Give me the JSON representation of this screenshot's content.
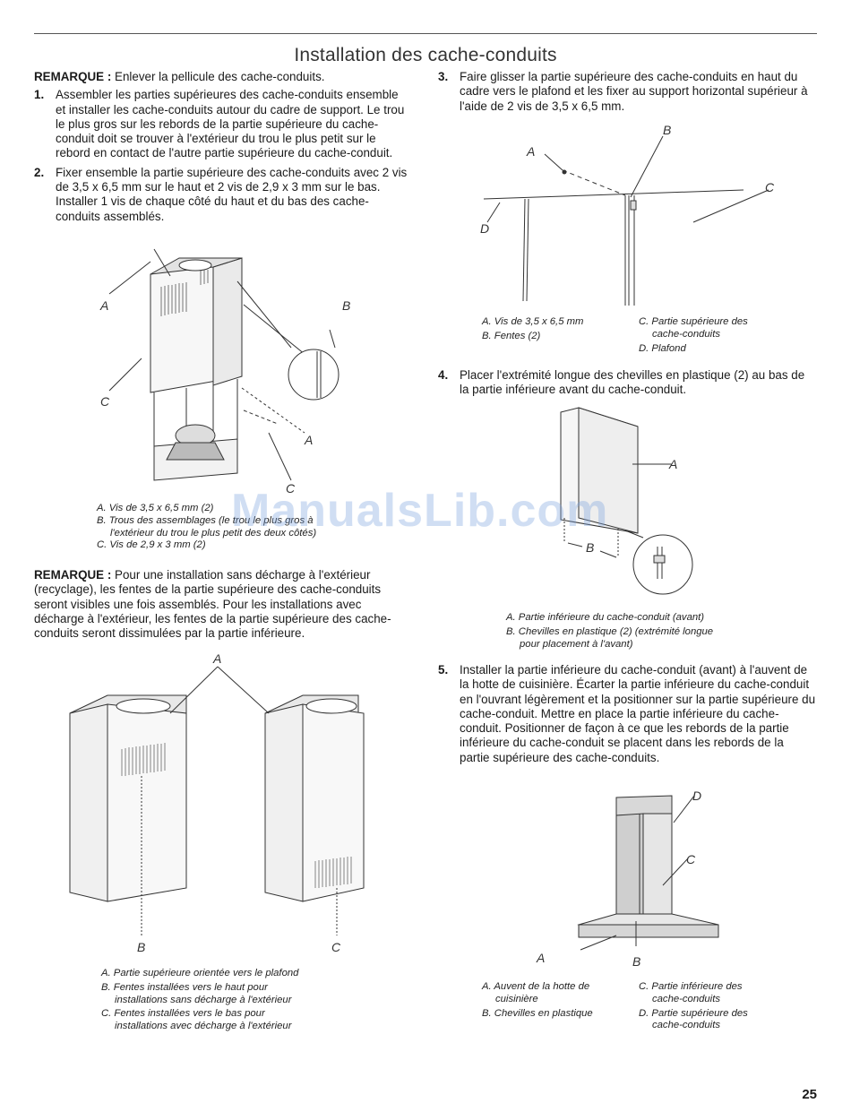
{
  "title": "Installation des cache-conduits",
  "left": {
    "remarque1_label": "REMARQUE :",
    "remarque1_text": " Enlever la pellicule des cache-conduits.",
    "step1_num": "1.",
    "step1_text": "Assembler les parties supérieures des cache-conduits ensemble et installer les cache-conduits autour du cadre de support. Le trou le plus gros sur les rebords de la partie supérieure du cache-conduit doit se trouver à l'extérieur du trou le plus petit sur le rebord en contact de l'autre partie supérieure du cache-conduit.",
    "step2_num": "2.",
    "step2_text": "Fixer ensemble la partie supérieure des cache-conduits avec 2 vis de 3,5 x 6,5 mm sur le haut et 2 vis de 2,9 x 3 mm sur le bas. Installer 1 vis de chaque côté du haut et du bas des cache-conduits assemblés.",
    "fig1_labels": {
      "a1": "A",
      "b": "B",
      "c1": "C",
      "a2": "A",
      "c2": "C"
    },
    "fig1_caption": {
      "a": "A. Vis de 3,5 x 6,5 mm (2)",
      "b1": "B. Trous des assemblages (le trou le plus gros à",
      "b2": "l'extérieur du trou le plus petit des deux côtés)",
      "c": "C. Vis de 2,9 x 3 mm (2)"
    },
    "remarque2_label": "REMARQUE :",
    "remarque2_text": " Pour une installation sans décharge à l'extérieur (recyclage), les fentes de la partie supérieure des cache-conduits seront visibles une fois assemblés. Pour les installations avec décharge à l'extérieur, les fentes de la partie supérieure des cache-conduits seront dissimulées par la partie inférieure.",
    "fig2_labels": {
      "a": "A",
      "b": "B",
      "c": "C"
    },
    "fig2_caption": {
      "a": "A. Partie supérieure orientée vers le plafond",
      "b1": "B. Fentes installées vers le haut pour",
      "b2": "installations sans décharge à l'extérieur",
      "c1": "C. Fentes installées vers le bas pour",
      "c2": "installations avec décharge à l'extérieur"
    }
  },
  "right": {
    "step3_num": "3.",
    "step3_text": "Faire glisser la partie supérieure des cache-conduits en haut du cadre vers le plafond et les fixer au support horizontal supérieur à l'aide de 2 vis de 3,5 x 6,5 mm.",
    "fig3_labels": {
      "a": "A",
      "b": "B",
      "c": "C",
      "d": "D"
    },
    "fig3_caption": {
      "a": "A. Vis de 3,5 x 6,5 mm",
      "b": "B. Fentes (2)",
      "c1": "C. Partie supérieure des",
      "c2": "cache-conduits",
      "d": "D. Plafond"
    },
    "step4_num": "4.",
    "step4_text": "Placer l'extrémité longue des chevilles en plastique (2) au bas de la partie inférieure avant du cache-conduit.",
    "fig4_labels": {
      "a": "A",
      "b": "B"
    },
    "fig4_caption": {
      "a": "A. Partie inférieure du cache-conduit (avant)",
      "b1": "B. Chevilles en plastique (2) (extrémité longue",
      "b2": "pour placement à l'avant)"
    },
    "step5_num": "5.",
    "step5_text": "Installer la partie inférieure du cache-conduit (avant) à l'auvent de la hotte de cuisinière. Écarter la partie inférieure du cache-conduit en l'ouvrant légèrement et la positionner sur la partie supérieure du cache-conduit. Mettre en place la partie inférieure du cache-conduit. Positionner de façon à ce que les rebords de la partie inférieure du cache-conduit se placent dans les rebords de la partie supérieure des cache-conduits.",
    "fig5_labels": {
      "a": "A",
      "b": "B",
      "c": "C",
      "d": "D"
    },
    "fig5_caption": {
      "a1": "A. Auvent de la hotte de",
      "a2": "cuisinière",
      "b": "B. Chevilles en plastique",
      "c1": "C. Partie inférieure des",
      "c2": "cache-conduits",
      "d1": "D. Partie supérieure des",
      "d2": "cache-conduits"
    }
  },
  "watermark": "ManualsLib.com",
  "page_number": "25"
}
